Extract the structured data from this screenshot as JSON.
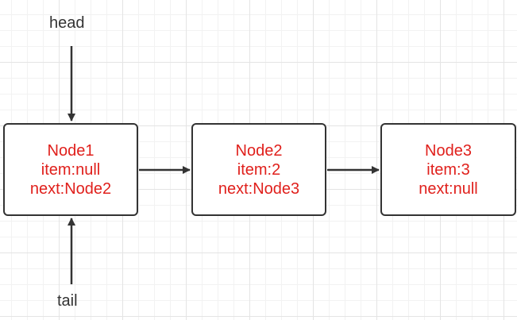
{
  "labels": {
    "head": "head",
    "tail": "tail"
  },
  "nodes": [
    {
      "name": "Node1",
      "item": "item:null",
      "next": "next:Node2"
    },
    {
      "name": "Node2",
      "item": "item:2",
      "next": "next:Node3"
    },
    {
      "name": "Node3",
      "item": "item:3",
      "next": "next:null"
    }
  ],
  "colors": {
    "node_text": "#e0201c",
    "border": "#333333",
    "arrow": "#333333",
    "label_text": "#333333",
    "grid": "#e4e4e4"
  }
}
